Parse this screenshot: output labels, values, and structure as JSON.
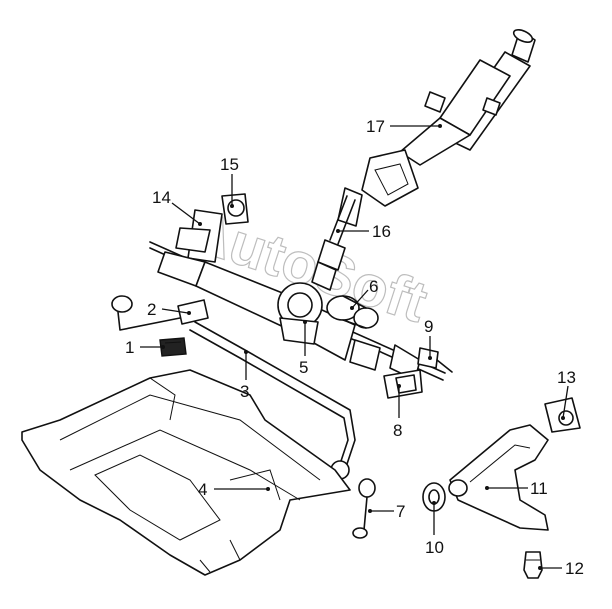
{
  "callouts": [
    {
      "id": "1",
      "text": "1",
      "part": "stabilizer-bushing"
    },
    {
      "id": "2",
      "text": "2",
      "part": "bushing-bracket"
    },
    {
      "id": "3",
      "text": "3",
      "part": "stabilizer-bar"
    },
    {
      "id": "4",
      "text": "4",
      "part": "front-subframe"
    },
    {
      "id": "5",
      "text": "5",
      "part": "steering-gear-housing"
    },
    {
      "id": "6",
      "text": "6",
      "part": "gear-mount-bushing"
    },
    {
      "id": "7",
      "text": "7",
      "part": "stabilizer-link"
    },
    {
      "id": "8",
      "text": "8",
      "part": "mount-clamp"
    },
    {
      "id": "9",
      "text": "9",
      "part": "tie-rod-end"
    },
    {
      "id": "10",
      "text": "10",
      "part": "control-arm-bushing"
    },
    {
      "id": "11",
      "text": "11",
      "part": "lower-control-arm"
    },
    {
      "id": "12",
      "text": "12",
      "part": "ball-joint"
    },
    {
      "id": "13",
      "text": "13",
      "part": "arm-rear-bracket"
    },
    {
      "id": "14",
      "text": "14",
      "part": "rack-mount-bracket"
    },
    {
      "id": "15",
      "text": "15",
      "part": "mount-bushing"
    },
    {
      "id": "16",
      "text": "16",
      "part": "intermediate-shaft"
    },
    {
      "id": "17",
      "text": "17",
      "part": "steering-column"
    }
  ],
  "watermark": {
    "text": "AutoSoft"
  }
}
